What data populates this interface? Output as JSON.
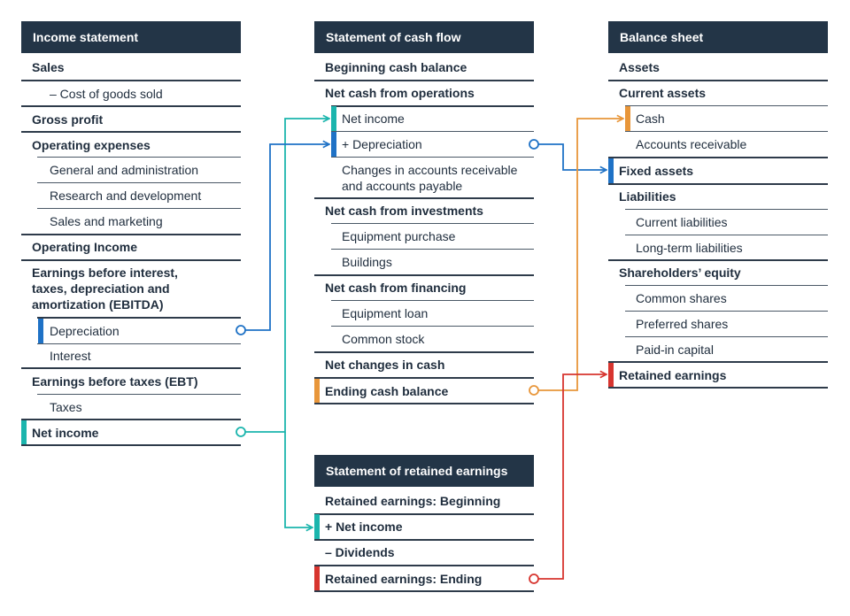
{
  "colors": {
    "header_bg": "#233547",
    "teal": "#1bb5ad",
    "blue": "#1f72c6",
    "orange": "#e8963a",
    "red": "#d7352f",
    "text": "#1f2d3d"
  },
  "income": {
    "title": "Income statement",
    "rows": [
      {
        "label": "Sales",
        "bold": true
      },
      {
        "label": "– Cost of goods sold",
        "bold": false
      },
      {
        "label": "Gross profit",
        "bold": true
      },
      {
        "label": "Operating expenses",
        "bold": true
      },
      {
        "label": "General and administration",
        "bold": false
      },
      {
        "label": "Research and development",
        "bold": false
      },
      {
        "label": "Sales and marketing",
        "bold": false
      },
      {
        "label": "Operating Income",
        "bold": true
      },
      {
        "label": "Earnings before interest, taxes, depreciation and amortization (EBITDA)",
        "bold": true
      },
      {
        "label": "Depreciation",
        "bold": false
      },
      {
        "label": "Interest",
        "bold": false
      },
      {
        "label": "Earnings before taxes (EBT)",
        "bold": true
      },
      {
        "label": "Taxes",
        "bold": false
      },
      {
        "label": "Net income",
        "bold": true
      }
    ]
  },
  "cashflow": {
    "title": "Statement of cash flow",
    "rows": [
      {
        "label": "Beginning cash balance",
        "bold": true
      },
      {
        "label": "Net cash from operations",
        "bold": true
      },
      {
        "label": "Net income",
        "bold": false
      },
      {
        "label": "+ Depreciation",
        "bold": false
      },
      {
        "label": "Changes in accounts receivable and accounts payable",
        "bold": false
      },
      {
        "label": "Net cash from investments",
        "bold": true
      },
      {
        "label": "Equipment purchase",
        "bold": false
      },
      {
        "label": "Buildings",
        "bold": false
      },
      {
        "label": "Net cash from financing",
        "bold": true
      },
      {
        "label": "Equipment loan",
        "bold": false
      },
      {
        "label": "Common stock",
        "bold": false
      },
      {
        "label": "Net changes in cash",
        "bold": true
      },
      {
        "label": "Ending cash balance",
        "bold": true
      }
    ]
  },
  "balance": {
    "title": "Balance sheet",
    "rows": [
      {
        "label": "Assets",
        "bold": true
      },
      {
        "label": "Current assets",
        "bold": true
      },
      {
        "label": "Cash",
        "bold": false
      },
      {
        "label": "Accounts receivable",
        "bold": false
      },
      {
        "label": "Fixed assets",
        "bold": true
      },
      {
        "label": "Liabilities",
        "bold": true
      },
      {
        "label": "Current liabilities",
        "bold": false
      },
      {
        "label": "Long-term liabilities",
        "bold": false
      },
      {
        "label": "Shareholders’ equity",
        "bold": true
      },
      {
        "label": "Common shares",
        "bold": false
      },
      {
        "label": "Preferred shares",
        "bold": false
      },
      {
        "label": "Paid-in capital",
        "bold": false
      },
      {
        "label": "Retained earnings",
        "bold": true
      }
    ]
  },
  "retained": {
    "title": "Statement of retained earnings",
    "rows": [
      {
        "label": "Retained earnings: Beginning",
        "bold": true
      },
      {
        "label": "+ Net income",
        "bold": true
      },
      {
        "label": "– Dividends",
        "bold": true
      },
      {
        "label": "Retained earnings: Ending",
        "bold": true
      }
    ]
  }
}
